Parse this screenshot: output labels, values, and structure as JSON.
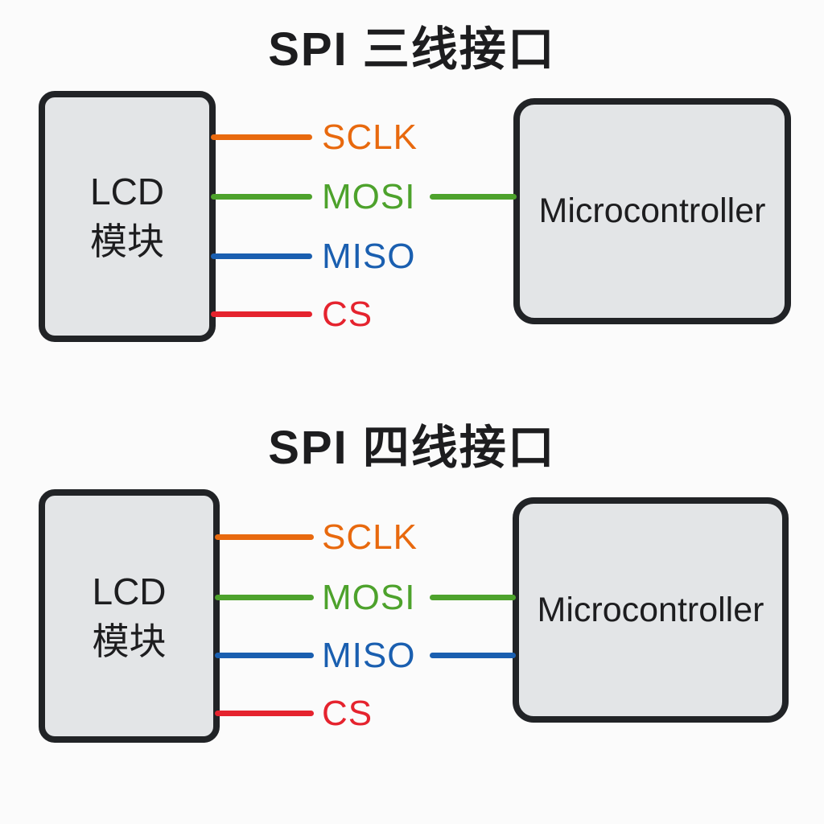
{
  "colors": {
    "background": "#fbfbfb",
    "box_fill": "#e3e5e7",
    "box_border": "#212326",
    "text": "#1d1d1f",
    "sclk": "#e8690e",
    "mosi": "#4da22c",
    "miso": "#1a5fb0",
    "cs": "#e5232e"
  },
  "diagrams": [
    {
      "title": "SPI 三线接口",
      "lcd_label_line1": "LCD",
      "lcd_label_line2": "模块",
      "mcu_label": "Microcontroller",
      "signals": [
        {
          "name": "SCLK",
          "connected_to_mcu": false
        },
        {
          "name": "MOSI",
          "connected_to_mcu": true
        },
        {
          "name": "MISO",
          "connected_to_mcu": false
        },
        {
          "name": "CS",
          "connected_to_mcu": false
        }
      ]
    },
    {
      "title": "SPI 四线接口",
      "lcd_label_line1": "LCD",
      "lcd_label_line2": "模块",
      "mcu_label": "Microcontroller",
      "signals": [
        {
          "name": "SCLK",
          "connected_to_mcu": false
        },
        {
          "name": "MOSI",
          "connected_to_mcu": true
        },
        {
          "name": "MISO",
          "connected_to_mcu": true
        },
        {
          "name": "CS",
          "connected_to_mcu": false
        }
      ]
    }
  ]
}
